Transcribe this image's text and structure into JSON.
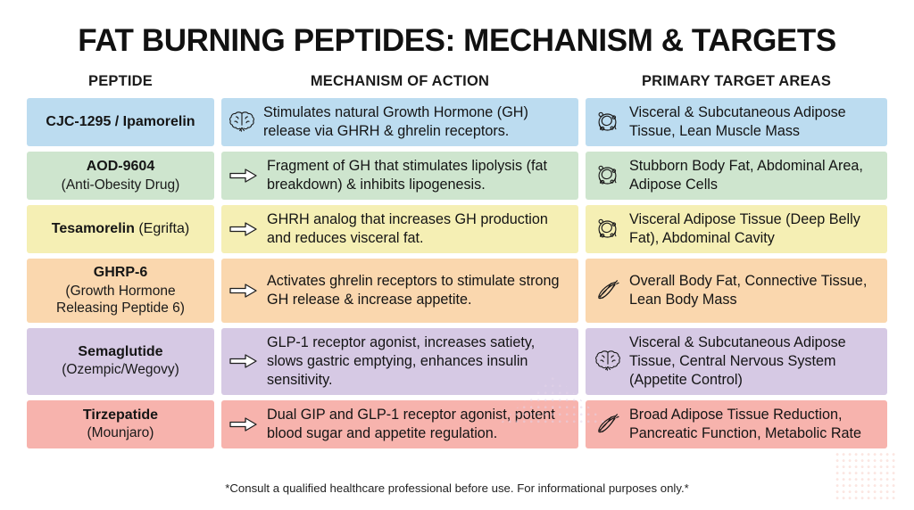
{
  "title": "FAT BURNING PEPTIDES: MECHANISM & TARGETS",
  "headers": {
    "col1": "PEPTIDE",
    "col2": "MECHANISM OF ACTION",
    "col3": "PRIMARY TARGET AREAS"
  },
  "colors": {
    "row1": "#bcdcf0",
    "row2": "#cee5ce",
    "row3": "#f5efb4",
    "row4": "#fad7ae",
    "row5": "#d6c9e4",
    "row6": "#f7b3ad",
    "text": "#141414",
    "title": "#111111"
  },
  "rows": [
    {
      "peptide_name": "CJC-1295 / Ipamorelin",
      "peptide_sub": "",
      "peptide_inline_sub": "",
      "mechanism": "Stimulates natural Growth Hormone (GH) release via GHRH & ghrelin receptors.",
      "targets": "Visceral & Subcutaneous Adipose Tissue, Lean Muscle Mass",
      "mechanism_icon": "brain-icon",
      "target_icon": "adipose-cell-icon",
      "color": "#bcdcf0"
    },
    {
      "peptide_name": "AOD-9604",
      "peptide_sub": "(Anti-Obesity Drug)",
      "peptide_inline_sub": "",
      "mechanism": "Fragment of GH that stimulates lipolysis (fat breakdown) & inhibits lipogenesis.",
      "targets": "Stubborn Body Fat, Abdominal Area, Adipose Cells",
      "mechanism_icon": "arrow-right-icon",
      "target_icon": "adipose-cell-icon",
      "color": "#cee5ce"
    },
    {
      "peptide_name": "Tesamorelin",
      "peptide_sub": "",
      "peptide_inline_sub": "(Egrifta)",
      "mechanism": "GHRH analog that increases GH production and reduces visceral fat.",
      "targets": "Visceral Adipose Tissue (Deep Belly Fat), Abdominal Cavity",
      "mechanism_icon": "arrow-right-icon",
      "target_icon": "adipose-cell-icon",
      "color": "#f5efb4"
    },
    {
      "peptide_name": "GHRP-6",
      "peptide_sub": "(Growth Hormone Releasing Peptide 6)",
      "peptide_inline_sub": "",
      "mechanism": "Activates ghrelin receptors to stimulate strong GH release & increase appetite.",
      "targets": "Overall Body Fat, Connective Tissue, Lean Body Mass",
      "mechanism_icon": "arrow-right-icon",
      "target_icon": "muscle-fiber-icon",
      "color": "#fad7ae"
    },
    {
      "peptide_name": "Semaglutide",
      "peptide_sub": "(Ozempic/Wegovy)",
      "peptide_inline_sub": "",
      "mechanism": "GLP-1 receptor agonist, increases satiety, slows gastric emptying, enhances insulin sensitivity.",
      "targets": "Visceral & Subcutaneous Adipose Tissue, Central Nervous System (Appetite Control)",
      "mechanism_icon": "arrow-right-icon",
      "target_icon": "brain-icon",
      "color": "#d6c9e4"
    },
    {
      "peptide_name": "Tirzepatide",
      "peptide_sub": "(Mounjaro)",
      "peptide_inline_sub": "",
      "mechanism": "Dual GIP and GLP-1 receptor agonist, potent blood sugar and appetite regulation.",
      "targets": "Broad Adipose Tissue Reduction, Pancreatic Function, Metabolic Rate",
      "mechanism_icon": "arrow-right-icon",
      "target_icon": "muscle-fiber-icon",
      "color": "#f7b3ad"
    }
  ],
  "footer": "*Consult a qualified healthcare professional before use. For informational purposes only.*"
}
